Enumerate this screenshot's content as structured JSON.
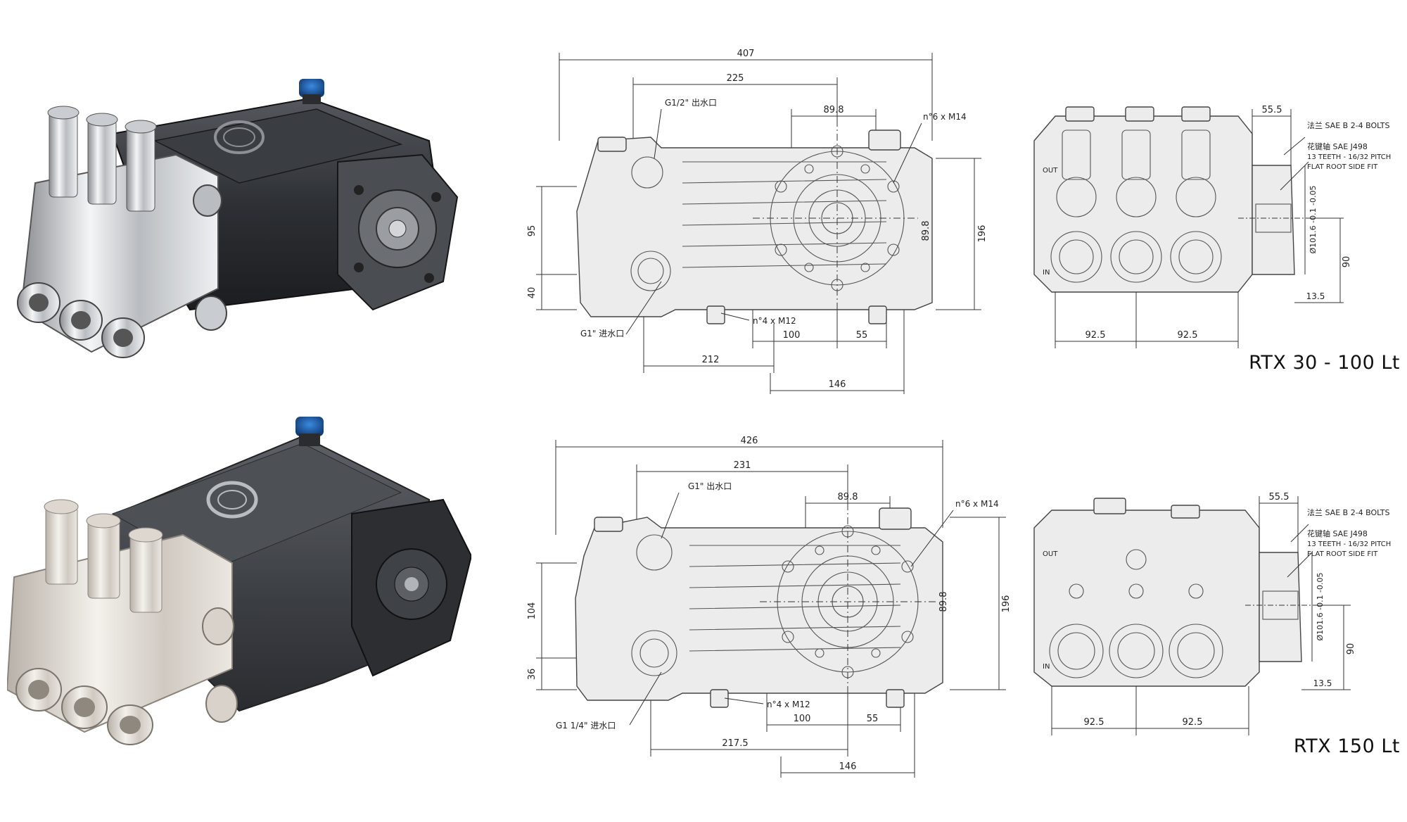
{
  "models": [
    {
      "label": "RTX 30 - 100 Lt",
      "side_view": {
        "outlet": "G1/2\" 出水口",
        "inlet": "G1\" 进水口",
        "mount_holes": "n°4 x M12",
        "flange_holes": "n°6 x M14",
        "dims": {
          "overall": "407",
          "outlet_span": "225",
          "flange_width": "89.8",
          "height_upper": "95",
          "height_lower": "40",
          "flange_height": "89.8",
          "total_height": "196",
          "mount_100": "100",
          "mount_55": "55",
          "base_212": "212",
          "base_146": "146"
        }
      },
      "end_view": {
        "flange_note": "法兰 SAE B 2-4 BOLTS",
        "shaft_note_1": "花键轴 SAE J498",
        "shaft_note_2": "13 TEETH - 16/32 PITCH",
        "shaft_note_3": "FLAT ROOT SIDE FIT",
        "out_label": "OUT",
        "in_label": "IN",
        "dims": {
          "flange_depth": "55.5",
          "diameter": "Ø101.6 -0.1 -0.05",
          "shaft_height": "90",
          "offset": "13.5",
          "pitch_left": "92.5",
          "pitch_right": "92.5"
        }
      }
    },
    {
      "label": "RTX 150 Lt",
      "side_view": {
        "outlet": "G1\" 出水口",
        "inlet": "G1 1/4\" 进水口",
        "mount_holes": "n°4 x M12",
        "flange_holes": "n°6 x M14",
        "dims": {
          "overall": "426",
          "outlet_span": "231",
          "flange_width": "89.8",
          "height_upper": "104",
          "height_lower": "36",
          "flange_height": "89.8",
          "total_height": "196",
          "mount_100": "100",
          "mount_55": "55",
          "base_212": "217.5",
          "base_146": "146"
        }
      },
      "end_view": {
        "flange_note": "法兰 SAE B 2-4 BOLTS",
        "shaft_note_1": "花键轴 SAE J498",
        "shaft_note_2": "13 TEETH - 16/32 PITCH",
        "shaft_note_3": "FLAT ROOT SIDE FIT",
        "out_label": "OUT",
        "in_label": "IN",
        "dims": {
          "flange_depth": "55.5",
          "diameter": "Ø101.6 -0.1 -0.05",
          "shaft_height": "90",
          "offset": "13.5",
          "pitch_left": "92.5",
          "pitch_right": "92.5"
        }
      }
    }
  ],
  "colors": {
    "pump_body_top": "#3c3f44",
    "pump_body_bottom": "#5a5d63",
    "head_chrome": "#d6d8da",
    "head_nickel": "#e4dfd8",
    "cap_blue": "#1f6fc4"
  }
}
